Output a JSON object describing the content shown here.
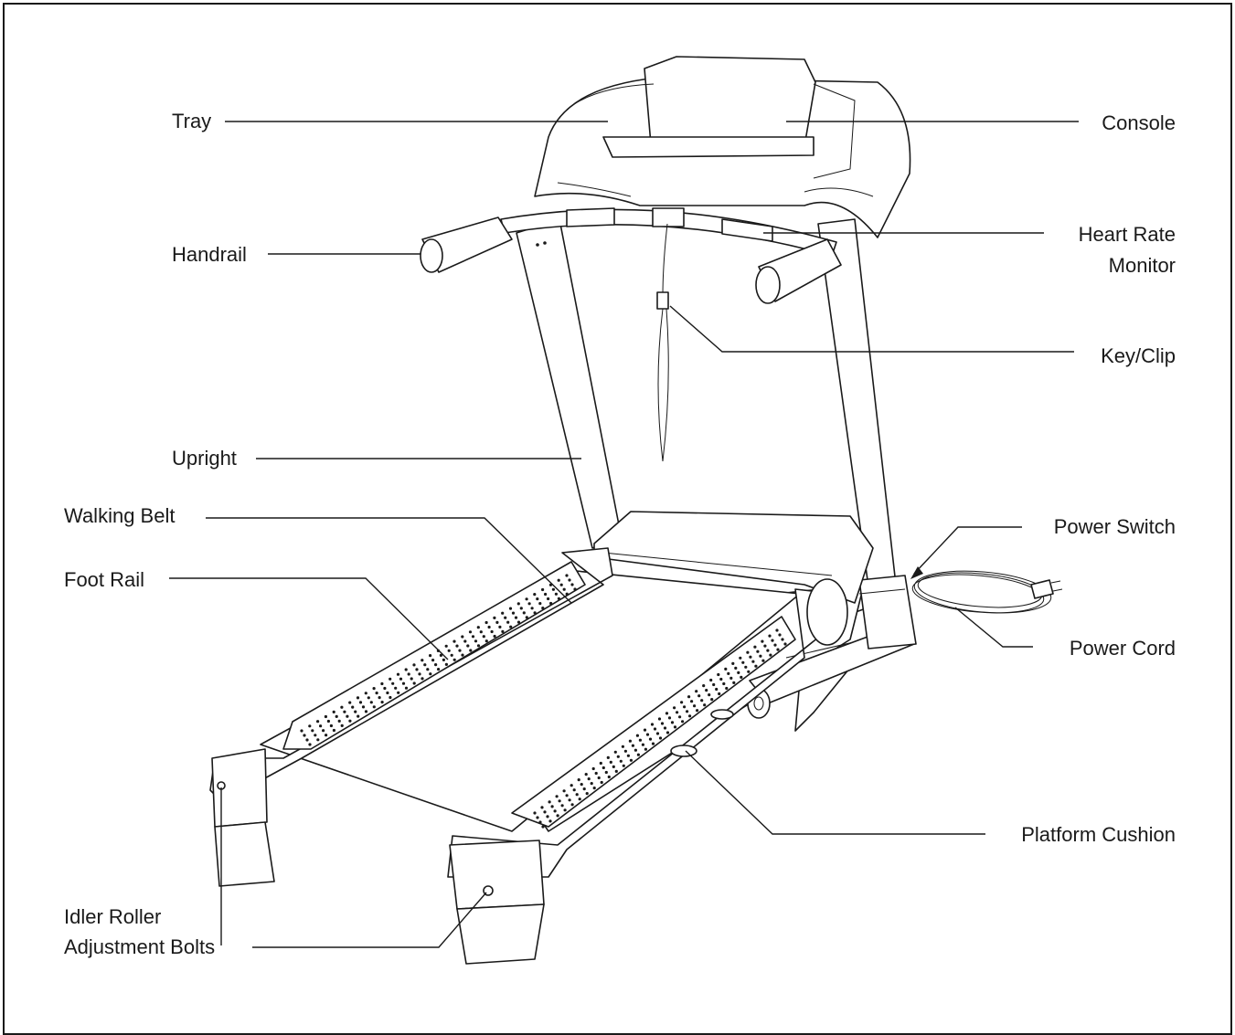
{
  "labels": {
    "tray": "Tray",
    "console": "Console",
    "handrail": "Handrail",
    "heart_rate_line1": "Heart Rate",
    "heart_rate_line2": "Monitor",
    "key_clip": "Key/Clip",
    "upright": "Upright",
    "walking_belt": "Walking Belt",
    "power_switch": "Power Switch",
    "foot_rail": "Foot Rail",
    "power_cord": "Power Cord",
    "platform_cushion": "Platform Cushion",
    "idler_line1": "Idler Roller",
    "idler_line2": "Adjustment Bolts"
  },
  "colors": {
    "ink": "#1a1a1a",
    "paper": "#ffffff"
  }
}
